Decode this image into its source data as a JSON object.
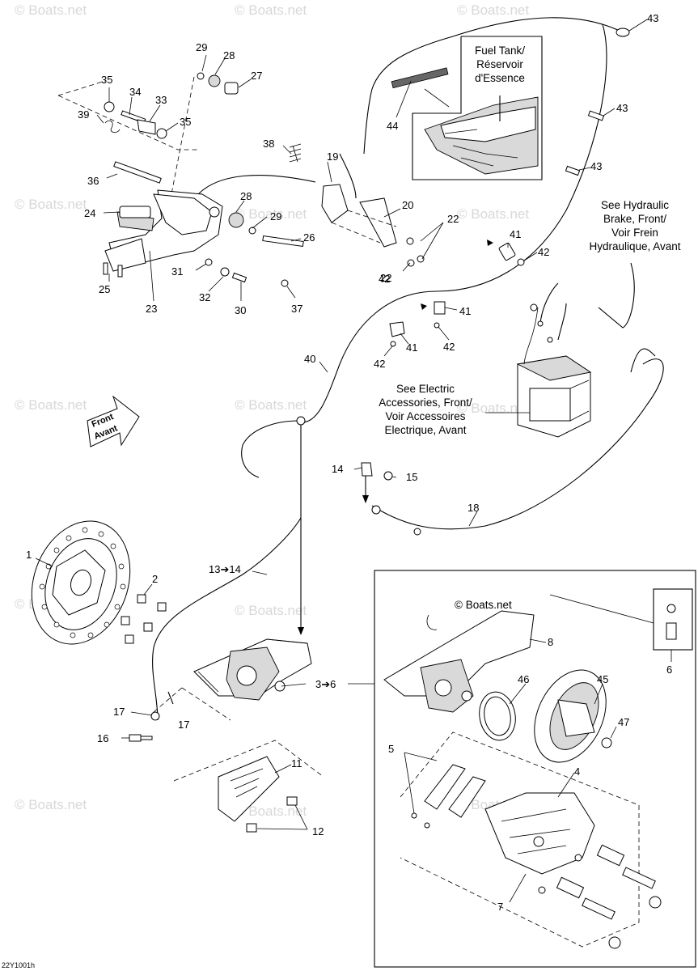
{
  "watermark": "© Boats.net",
  "drawing_code": "22Y1001h",
  "callouts": [
    "1",
    "2",
    "3➔6",
    "4",
    "5",
    "6",
    "7",
    "8",
    "11",
    "12",
    "13➔14",
    "14",
    "15",
    "16",
    "17",
    "17",
    "18",
    "19",
    "20",
    "22",
    "22",
    "23",
    "24",
    "25",
    "26",
    "27",
    "28",
    "28",
    "29",
    "29",
    "30",
    "31",
    "32",
    "33",
    "34",
    "35",
    "35",
    "36",
    "37",
    "38",
    "39",
    "40",
    "41",
    "41",
    "41",
    "42",
    "42",
    "42",
    "42",
    "43",
    "43",
    "43",
    "44",
    "45",
    "46",
    "47"
  ],
  "notes": {
    "fuel_tank": [
      "Fuel Tank/",
      "Réservoir",
      "d'Essence"
    ],
    "hydraulic": [
      "See Hydraulic",
      "Brake, Front/",
      "Voir Frein",
      "Hydraulique, Avant"
    ],
    "electric": [
      "See Electric",
      "Accessories, Front/",
      "Voir Accessoires",
      "Electrique, Avant"
    ]
  },
  "front_arrow": [
    "Front",
    "Avant"
  ],
  "icons": [
    "front-direction-arrow-icon"
  ]
}
